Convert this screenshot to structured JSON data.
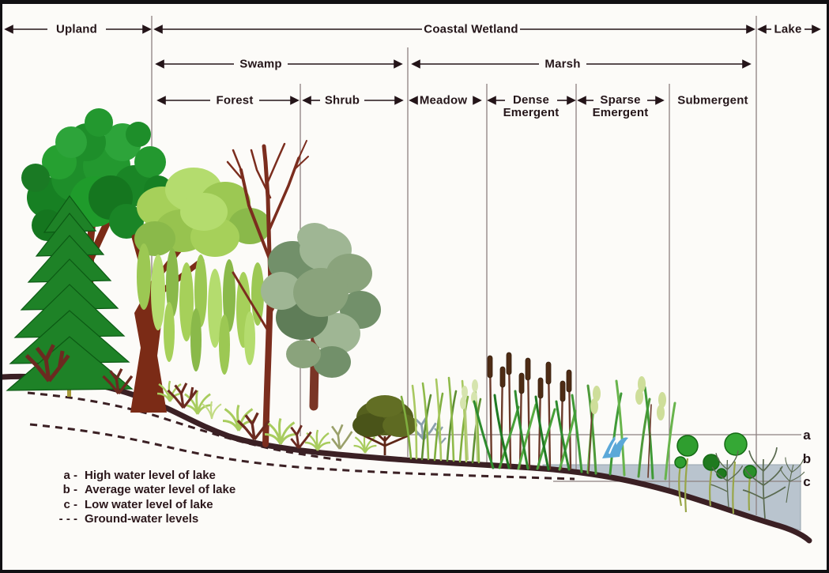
{
  "figure": {
    "description": "Cross-section diagram of coastal wetland vegetation zones from upland to lake"
  },
  "zone_labels": {
    "upland": "Upland",
    "coastal_wetland": "Coastal Wetland",
    "lake": "Lake",
    "swamp": "Swamp",
    "marsh": "Marsh",
    "forest": "Forest",
    "shrub": "Shrub",
    "meadow": "Meadow",
    "dense_emergent": {
      "line1": "Dense",
      "line2": "Emergent"
    },
    "sparse_emergent": {
      "line1": "Sparse",
      "line2": "Emergent"
    },
    "submergent": "Submergent"
  },
  "water_level_markers": {
    "a": "a",
    "b": "b",
    "c": "c"
  },
  "legend": {
    "items": [
      {
        "marker": "a -",
        "text": "High water level of lake"
      },
      {
        "marker": "b -",
        "text": "Average water level of lake"
      },
      {
        "marker": "c -",
        "text": "Low water level of lake"
      },
      {
        "marker": "- - -",
        "text": "Ground-water levels"
      }
    ]
  },
  "colors": {
    "ink": "#241519",
    "divider_line": "#8d8080",
    "ground_line": "#3b2024",
    "water_fill": "#b9c4ce",
    "upland_canopy": "#1e8e2a",
    "willow_canopy": "#a6d05a",
    "sage_canopy": "#8aa37c",
    "trunk": "#7b2b16"
  }
}
